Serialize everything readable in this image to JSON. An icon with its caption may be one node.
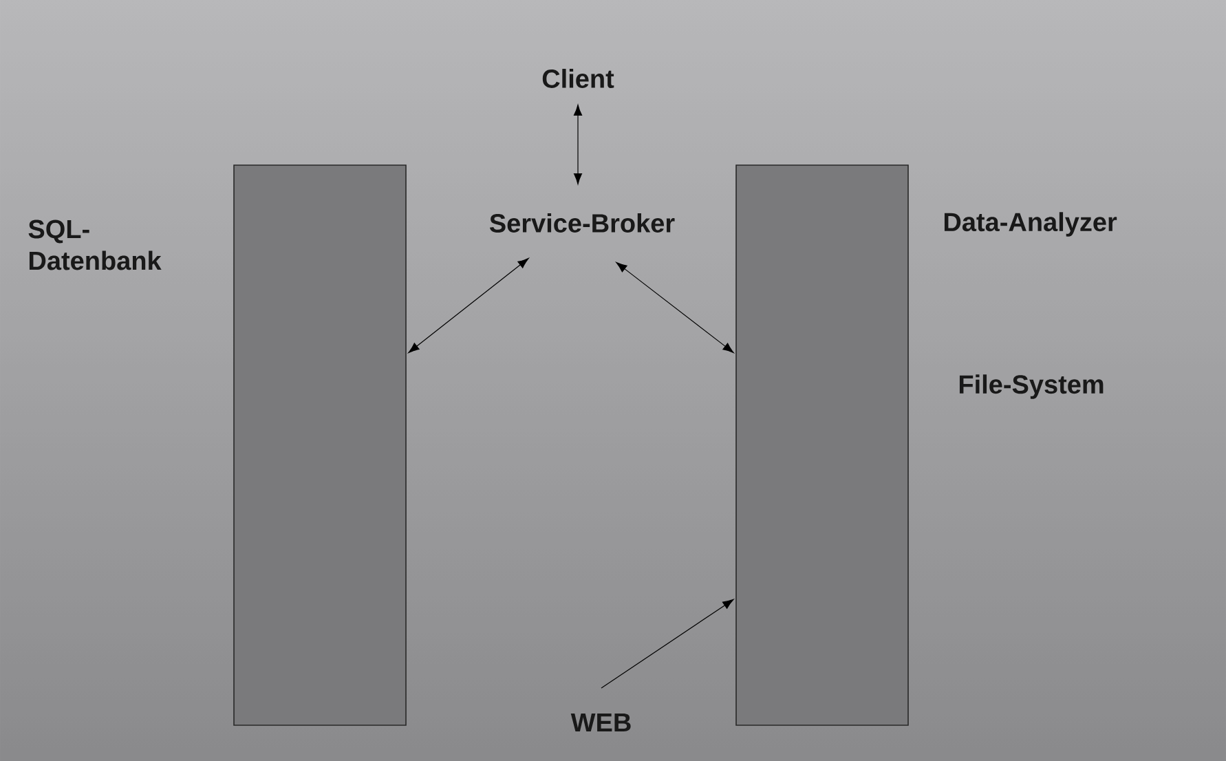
{
  "diagram": {
    "nodes": [
      {
        "text": [
          "Client"
        ]
      },
      {
        "text": [
          "Service-Broker"
        ]
      },
      {
        "text": [
          "SQL- Datenbank"
        ]
      },
      {
        "text": [
          "Data-Analyzer",
          "File-System"
        ]
      },
      {
        "text": [
          "WEB"
        ]
      }
    ],
    "edges": [
      {
        "from": 0,
        "to": 1,
        "arrow": "both"
      },
      {
        "from": 1,
        "to": 2,
        "arrow": "both"
      },
      {
        "from": 1,
        "to": 3,
        "arrow": "both"
      },
      {
        "from": 4,
        "to": 3,
        "arrow": "to"
      }
    ]
  }
}
